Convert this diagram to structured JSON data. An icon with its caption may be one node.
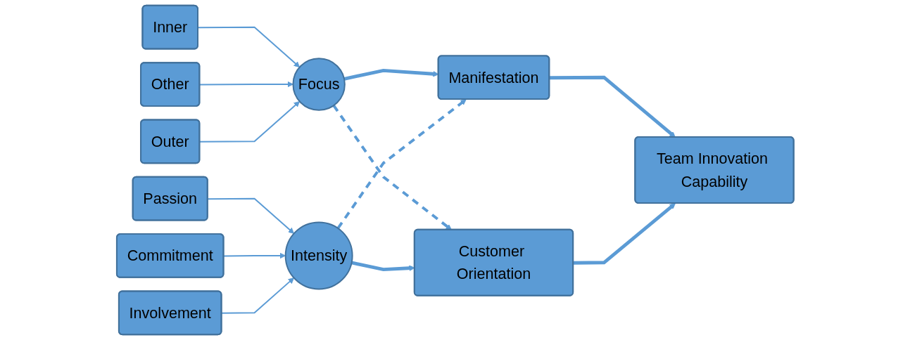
{
  "diagram": {
    "nodes": [
      {
        "text": [
          "Inner"
        ]
      },
      {
        "text": [
          "Other"
        ]
      },
      {
        "text": [
          "Outer"
        ]
      },
      {
        "text": [
          "Focus"
        ]
      },
      {
        "text": [
          "Passion"
        ]
      },
      {
        "text": [
          "Commitment"
        ]
      },
      {
        "text": [
          "Involvement"
        ]
      },
      {
        "text": [
          "Intensity"
        ]
      },
      {
        "text": [
          "Manifestation"
        ]
      },
      {
        "text": [
          "Customer Orientation"
        ]
      },
      {
        "text": [
          "Team Innovation Capability"
        ]
      }
    ],
    "edges": [
      {
        "from": 0,
        "to": 3,
        "arrow": "to"
      },
      {
        "from": 1,
        "to": 3,
        "arrow": "to"
      },
      {
        "from": 2,
        "to": 3,
        "arrow": "to"
      },
      {
        "from": 4,
        "to": 7,
        "arrow": "to"
      },
      {
        "from": 5,
        "to": 7,
        "arrow": "to"
      },
      {
        "from": 6,
        "to": 7,
        "arrow": "to"
      },
      {
        "from": 3,
        "to": 8,
        "arrow": "to",
        "style": "thick"
      },
      {
        "from": 3,
        "to": 9,
        "arrow": "to",
        "style": "dashed"
      },
      {
        "from": 7,
        "to": 8,
        "arrow": "to",
        "style": "dashed"
      },
      {
        "from": 7,
        "to": 9,
        "arrow": "to",
        "style": "thick"
      },
      {
        "from": 8,
        "to": 10,
        "arrow": "to",
        "style": "thick"
      },
      {
        "from": 9,
        "to": 10,
        "arrow": "to",
        "style": "thick"
      }
    ]
  }
}
